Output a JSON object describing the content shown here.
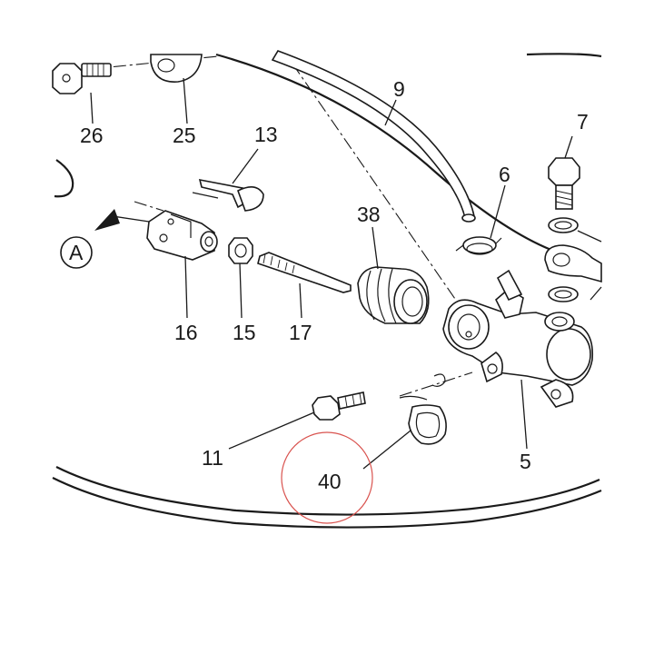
{
  "diagram": {
    "reference_view_label": "A",
    "part_numbers": {
      "p26": "26",
      "p25": "25",
      "p9": "9",
      "p7": "7",
      "p13": "13",
      "p6": "6",
      "p38": "38",
      "p16": "16",
      "p15": "15",
      "p17": "17",
      "p11": "11",
      "p40": "40",
      "p5": "5"
    },
    "highlight": {
      "part_number": "40",
      "color": "#d9534f"
    }
  }
}
